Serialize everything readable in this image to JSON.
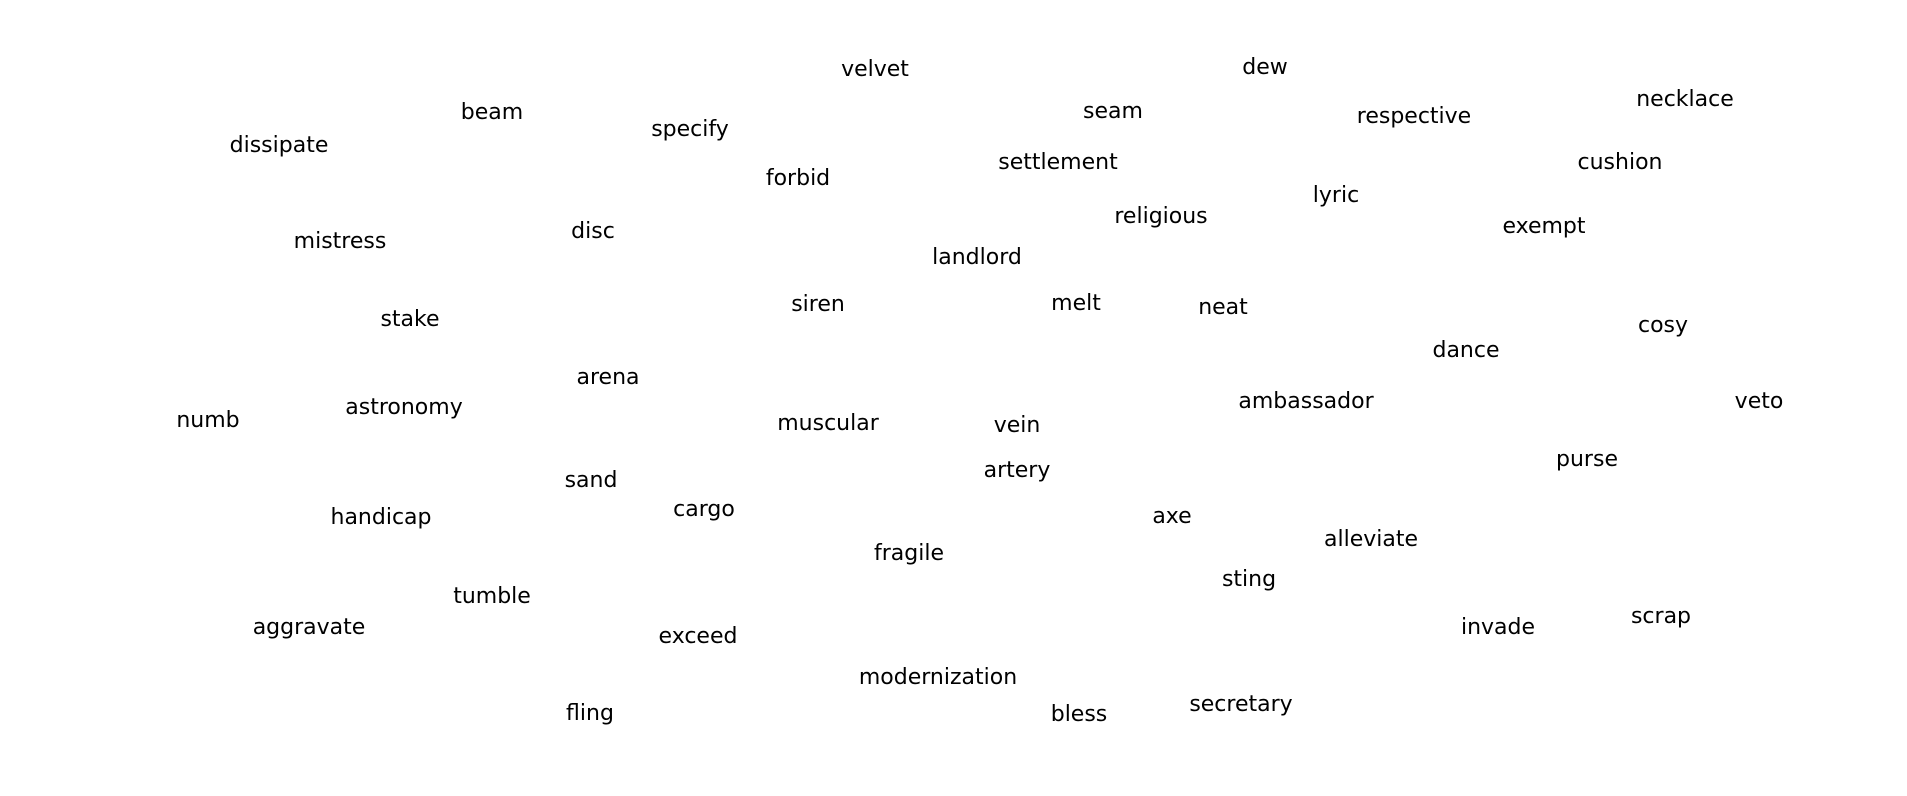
{
  "words": [
    "velvet",
    "dew",
    "beam",
    "seam",
    "respective",
    "necklace",
    "dissipate",
    "specify",
    "settlement",
    "cushion",
    "forbid",
    "lyric",
    "religious",
    "exempt",
    "mistress",
    "disc",
    "landlord",
    "siren",
    "melt",
    "neat",
    "stake",
    "cosy",
    "dance",
    "arena",
    "astronomy",
    "ambassador",
    "veto",
    "numb",
    "muscular",
    "vein",
    "artery",
    "purse",
    "sand",
    "cargo",
    "handicap",
    "axe",
    "alleviate",
    "fragile",
    "sting",
    "tumble",
    "aggravate",
    "exceed",
    "invade",
    "scrap",
    "modernization",
    "fling",
    "bless",
    "secretary"
  ]
}
